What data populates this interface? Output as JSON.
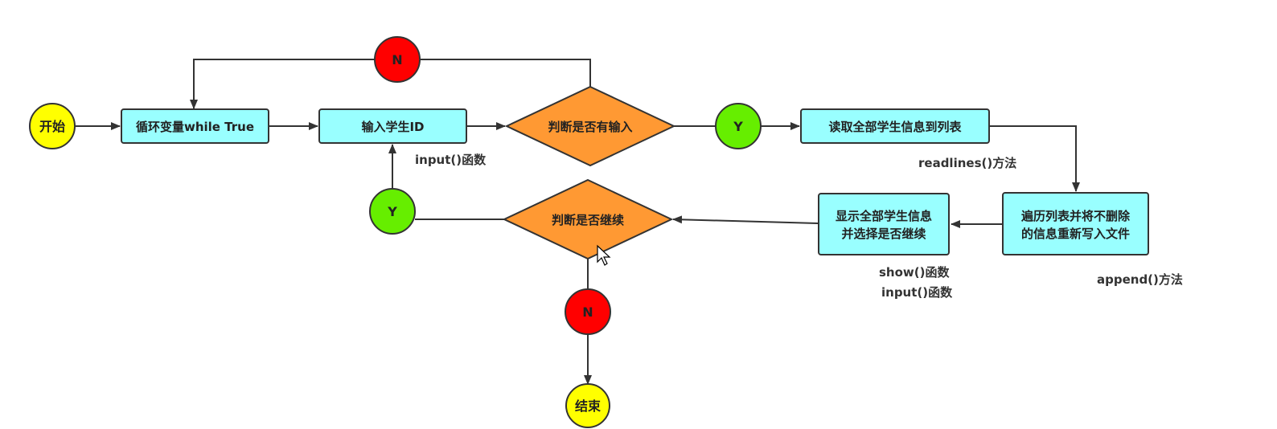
{
  "nodes": {
    "start": {
      "label": "开始"
    },
    "loop": {
      "label": "循环变量while True"
    },
    "input_id": {
      "label": "输入学生ID"
    },
    "check_input": {
      "label": "判断是否有输入"
    },
    "yes_top": {
      "label": "Y"
    },
    "no_top": {
      "label": "N"
    },
    "read_all": {
      "label": "读取全部学生信息到列表"
    },
    "traverse_line1": {
      "label": "遍历列表并将不删除"
    },
    "traverse_line2": {
      "label": "的信息重新写入文件"
    },
    "show_line1": {
      "label": "显示全部学生信息"
    },
    "show_line2": {
      "label": "并选择是否继续"
    },
    "check_continue": {
      "label": "判断是否继续"
    },
    "yes_left": {
      "label": "Y"
    },
    "no_bottom": {
      "label": "N"
    },
    "end": {
      "label": "结束"
    }
  },
  "notes": {
    "input_func": "input()函数",
    "readlines": "readlines()方法",
    "append": "append()方法",
    "show_func": "show()函数",
    "input_func2": "input()函数"
  },
  "colors": {
    "yellow_circle": "#ffff00",
    "red_circle": "#ff0000",
    "green_circle": "#66ee00",
    "process_box": "#99ffff",
    "decision": "#ff9933",
    "stroke": "#333333"
  }
}
